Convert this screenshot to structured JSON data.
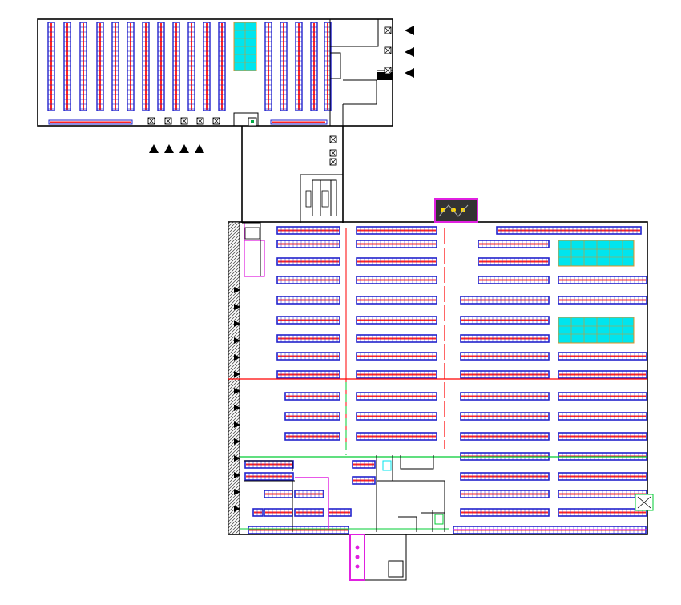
{
  "title": "",
  "colors": {
    "wall": "#000000",
    "rack_blue": "#2222cc",
    "rack_red": "#ff2222",
    "cold_storage": "#00e5ee",
    "cold_storage_frame": "#e09020",
    "electrical_room": "#e020e0",
    "safety_line": "#00cc33",
    "fire_line": "#ff0000",
    "dock_hatch": "#555555"
  },
  "icons": {
    "exit_marker": "triangle",
    "dock_door": "square-with-x",
    "column_post": "circle-bullseye"
  },
  "buildings": [
    {
      "name": "upper-warehouse",
      "rack_rows": 21,
      "cold_storage_blocks": 1,
      "dock_doors": 8,
      "exit_markers": 7
    },
    {
      "name": "lower-warehouse",
      "rack_rows": 96,
      "cold_storage_blocks": 2,
      "dock_doors": 14,
      "exit_markers": 0
    },
    {
      "name": "connector-corridor",
      "rack_rows": 0,
      "cold_storage_blocks": 0,
      "dock_doors": 3,
      "exit_markers": 0
    }
  ]
}
